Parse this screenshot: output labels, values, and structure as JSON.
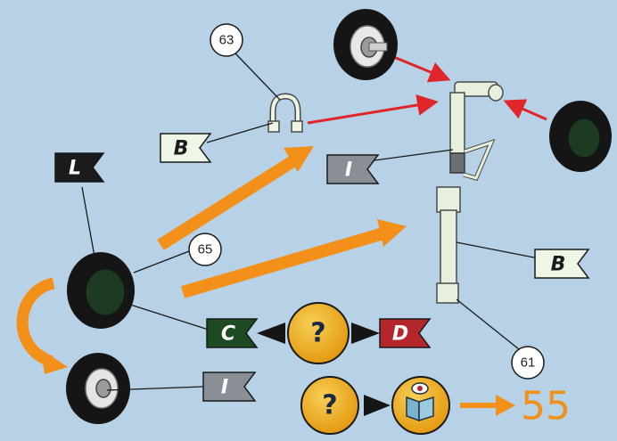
{
  "part_numbers": {
    "upper_clip": "63",
    "main_wheel": "65",
    "strut": "61"
  },
  "flags": {
    "left_top": {
      "letter": "L",
      "color": "#1b1b1b",
      "text_color": "#ffffff"
    },
    "clip_flag": {
      "letter": "B",
      "color": "#eef6e6",
      "text_color": "#1b1b1b"
    },
    "strut_link_flag": {
      "letter": "I",
      "color": "#8a8f95",
      "text_color": "#ffffff"
    },
    "strut_flag": {
      "letter": "B",
      "color": "#eef6e6",
      "text_color": "#1b1b1b"
    },
    "wheel_option_c": {
      "letter": "C",
      "color": "#1d4a23",
      "text_color": "#ffffff"
    },
    "wheel_option_d": {
      "letter": "D",
      "color": "#b4262a",
      "text_color": "#ffffff"
    },
    "hub_flag": {
      "letter": "I",
      "color": "#8a8f95",
      "text_color": "#ffffff"
    }
  },
  "choice_symbol": "?",
  "next_step": "55",
  "colors": {
    "background": "#b7d2e6",
    "arrow_orange": "#f29019",
    "arrow_red": "#e0262b",
    "badge_yellow": "#f2b21c",
    "tire": "#151515",
    "hub_green": "#1e3a22",
    "strut": "#e6f0dc"
  },
  "icons": [
    "question-badge-icon",
    "inspect-book-icon",
    "next-step-arrow-icon"
  ]
}
